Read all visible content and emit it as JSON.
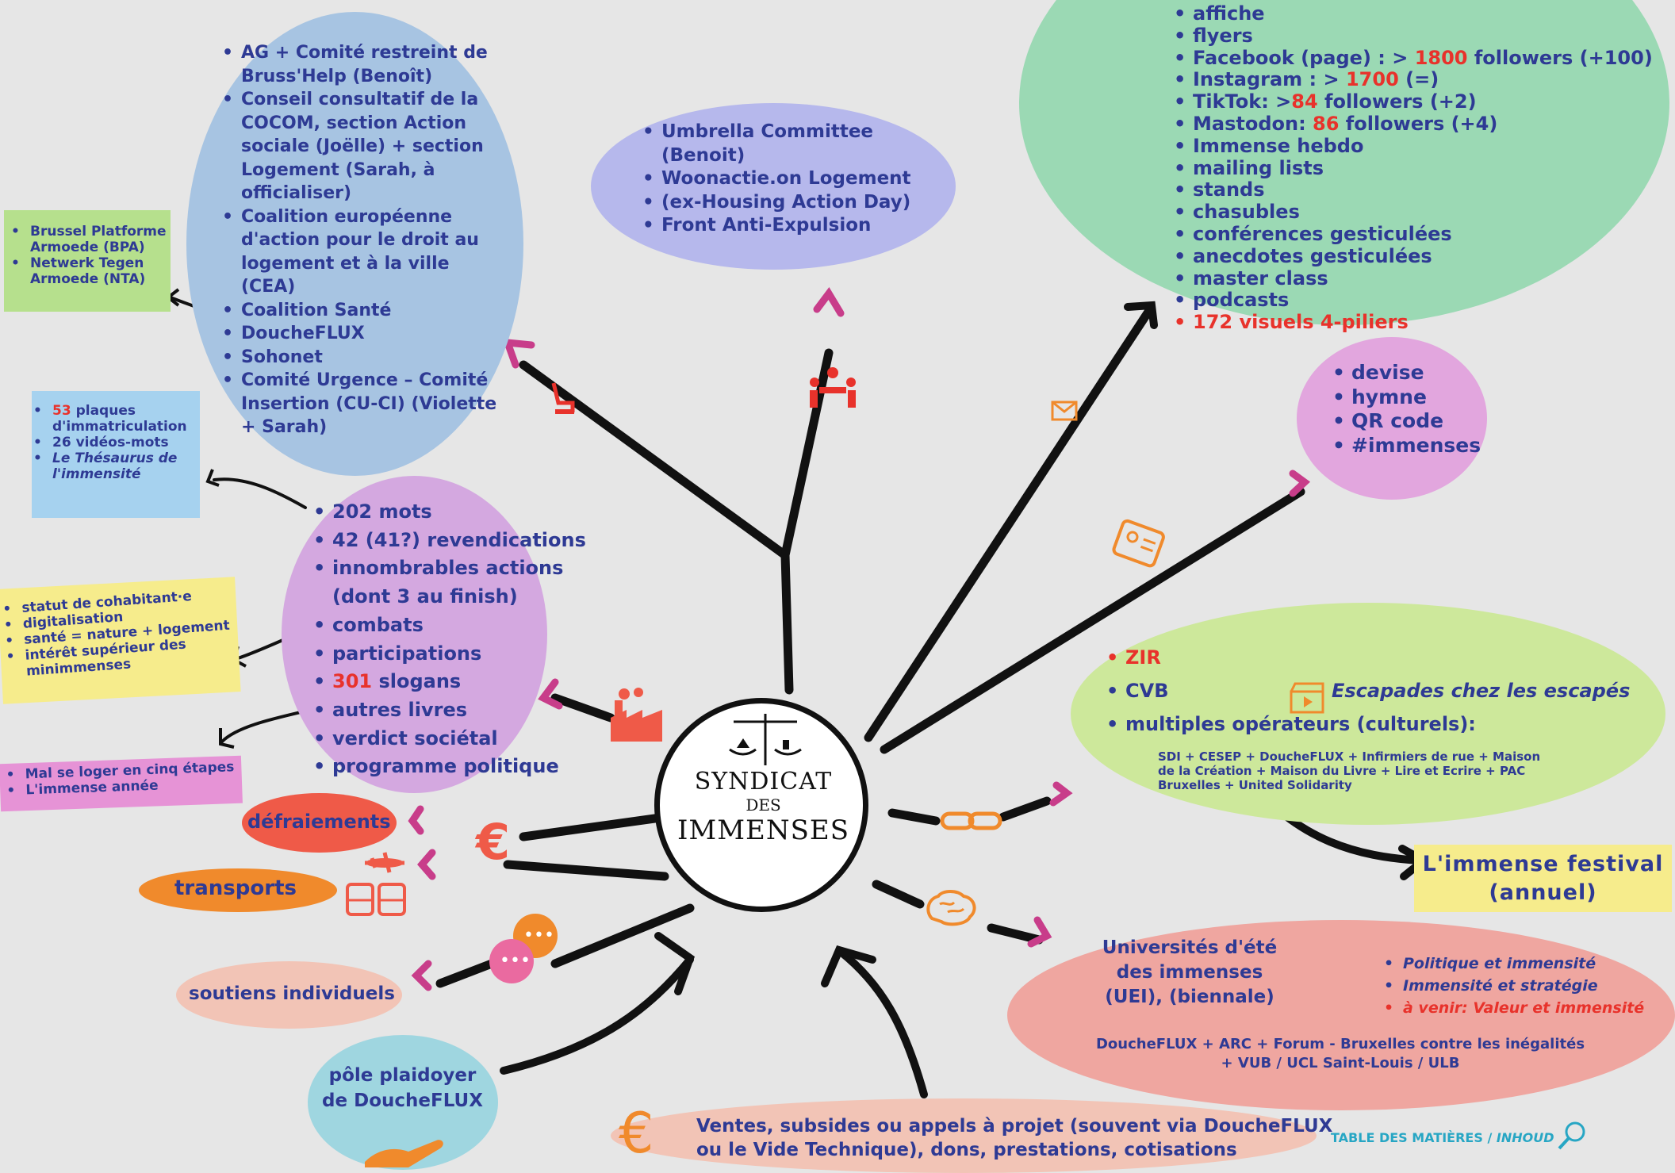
{
  "top_left": {
    "items": [
      "AG + Comité restreint de Bruss'Help (Benoît)",
      "Conseil consultatif de la COCOM, section Action sociale (Joëlle) + section Logement (Sarah, à officialiser)",
      "Coalition européenne d'action pour le droit au logement et à la ville (CEA)",
      "Coalition Santé",
      "DoucheFLUX",
      "Sohonet",
      "Comité Urgence – Comité Insertion (CU-CI) (Violette + Sarah)"
    ]
  },
  "brussel_box": {
    "items": [
      "Brussel Platforme Armoede (BPA)",
      "Netwerk Tegen Armoede (NTA)"
    ]
  },
  "umbrella": {
    "items": [
      "Umbrella Committee (Benoit)",
      "Woonactie.on Logement",
      "(ex-Housing Action Day)",
      "Front Anti-Expulsion"
    ]
  },
  "comms": {
    "items": [
      {
        "pre": "affiche",
        "red": "",
        "post": ""
      },
      {
        "pre": "flyers",
        "red": "",
        "post": ""
      },
      {
        "pre": "Facebook (page) : > ",
        "red": "1800",
        "post": " followers (+100)"
      },
      {
        "pre": "Instagram : > ",
        "red": "1700",
        "post": " (=)"
      },
      {
        "pre": "TikTok: >",
        "red": "84",
        "post": " followers (+2)"
      },
      {
        "pre": "Mastodon: ",
        "red": "86",
        "post": " followers (+4)"
      },
      {
        "pre": "Immense hebdo",
        "red": "",
        "post": ""
      },
      {
        "pre": "mailing lists",
        "red": "",
        "post": ""
      },
      {
        "pre": "stands",
        "red": "",
        "post": ""
      },
      {
        "pre": "chasubles",
        "red": "",
        "post": ""
      },
      {
        "pre": "conférences gesticulées",
        "red": "",
        "post": ""
      },
      {
        "pre": "anecdotes gesticulées",
        "red": "",
        "post": ""
      },
      {
        "pre": "master class",
        "red": "",
        "post": ""
      },
      {
        "pre": "podcasts",
        "red": "",
        "post": ""
      }
    ],
    "last_item": "172 visuels 4-piliers"
  },
  "identity": {
    "items": [
      "devise",
      "hymne",
      "QR code",
      "#immenses"
    ]
  },
  "plaques": {
    "items": [
      {
        "red": "53",
        "text": " plaques d'immatriculation"
      },
      {
        "red": "",
        "text": "26 vidéos-mots"
      },
      {
        "red": "",
        "text": "Le Thésaurus de l'immensité"
      }
    ]
  },
  "outputs": {
    "items": [
      {
        "red": "",
        "text": "202 mots"
      },
      {
        "red": "",
        "text": "42 (41?) revendications"
      },
      {
        "red": "",
        "text": "innombrables actions (dont 3 au finish)"
      },
      {
        "red": "",
        "text": "combats"
      },
      {
        "red": "",
        "text": "participations"
      },
      {
        "red": "301",
        "text": " slogans"
      },
      {
        "red": "",
        "text": "autres livres"
      },
      {
        "red": "",
        "text": "verdict sociétal"
      },
      {
        "red": "",
        "text": "programme politique"
      }
    ]
  },
  "themes": {
    "items": [
      "statut de cohabitant·e",
      "digitalisation",
      "santé = nature + logement",
      "intérêt supérieur des minimmenses"
    ]
  },
  "books": {
    "items": [
      "Mal se loger en cinq étapes",
      "L'immense année"
    ]
  },
  "partners": {
    "zir": "ZIR",
    "cvb": "CVB",
    "escapades": "Escapades chez les escapés",
    "multiples": "multiples opérateurs (culturels):",
    "operators": "SDI + CESEP + DoucheFLUX + Infirmiers de rue + Maison de la Création + Maison du Livre + Lire et Ecrire + PAC Bruxelles + United Solidarity"
  },
  "festival": {
    "line1": "L'immense festival",
    "line2": "(annuel)"
  },
  "uei": {
    "title": "Universités d'été des immenses (UEI), (biennale)",
    "topics": [
      "Politique et immensité",
      "Immensité et stratégie"
    ],
    "upcoming": "à venir: Valeur et immensité",
    "partners_line1": "DoucheFLUX + ARC + Forum - Bruxelles contre les inégalités",
    "partners_line2": "+ VUB / UCL Saint-Louis / ULB"
  },
  "finance": {
    "defraiements": "défraiements",
    "transports": "transports",
    "soutiens": "soutiens individuels",
    "plaidoyer": "pôle plaidoyer de DoucheFLUX",
    "funding": "Ventes, subsides ou appels à projet (souvent via DoucheFLUX ou le Vide Technique), dons, prestations, cotisations"
  },
  "center": {
    "line1": "SYNDICAT",
    "line2": "DES",
    "line3": "IMMENSES"
  },
  "nav": {
    "toc": "TABLE DES MATIÈRES / ",
    "toc_italic": "INHOUD"
  },
  "colors": {
    "blue_blob": "#a7c4e2",
    "lavender": "#b6b8ec",
    "green": "#9bd9b4",
    "pink": "#e2a6de",
    "lime": "#cde89b",
    "salmon": "#efa6a0",
    "peach": "#f2c4b6",
    "cyan": "#9fd6e0",
    "orange": "#f08a2c",
    "red_blob": "#ef5a48",
    "yellow": "#f6ec8c",
    "magenta": "#c83d8a"
  }
}
